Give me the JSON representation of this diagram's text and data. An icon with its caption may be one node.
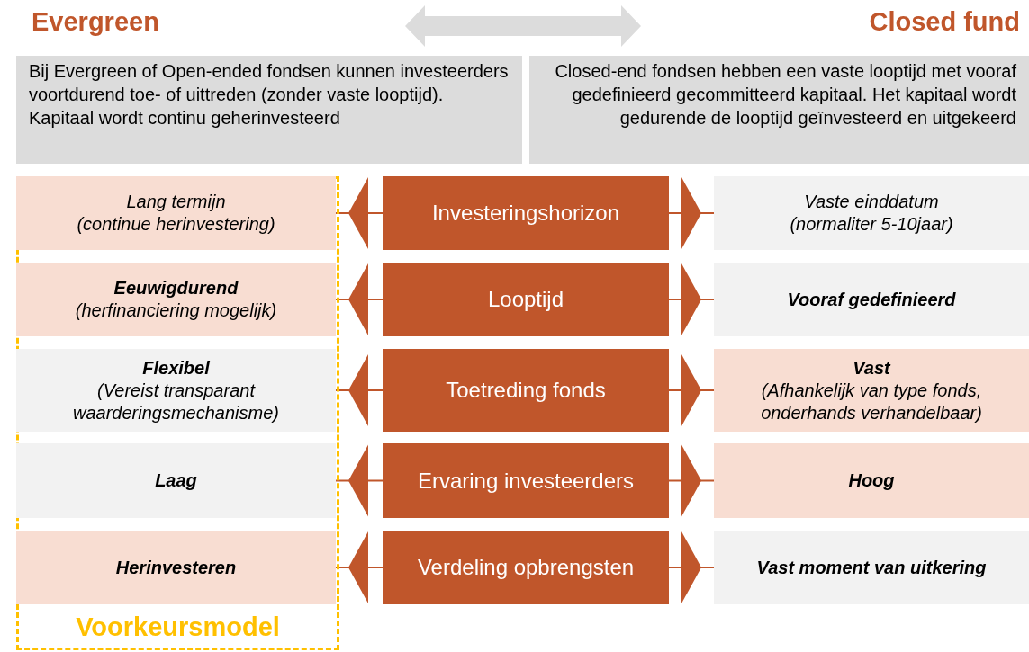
{
  "diagram": {
    "nodes": [
      {
        "text": [
          "Bij Evergreen of Open-ended fondsen kunnen investeerders voortdurend toe- of uittreden (zonder vaste looptijd). Kapitaal wordt continu geherinvesteerd"
        ]
      },
      {
        "text": [
          "Closed-end fondsen hebben een vaste looptijd met vooraf gedefinieerd gecommitteerd kapitaal. Het kapitaal wordt gedurende de looptijd geïnvesteerd en uitgekeerd"
        ]
      },
      {
        "text": [
          "Voorkeursmodel"
        ]
      },
      {
        "text": [
          "Lang termijn",
          "(continue herinvestering)"
        ],
        "in": 2
      },
      {
        "text": [
          "Investeringshorizon"
        ]
      },
      {
        "text": [
          "Vaste einddatum",
          "(normaliter 5-10jaar)"
        ]
      },
      {
        "text": [
          "Eeuwigdurend",
          "(herfinanciering mogelijk)"
        ],
        "in": 2
      },
      {
        "text": [
          "Looptijd"
        ]
      },
      {
        "text": [
          "Vooraf gedefinieerd"
        ]
      },
      {
        "text": [
          "Flexibel",
          "(Vereist transparant waarderingsmechanisme)"
        ],
        "in": 2
      },
      {
        "text": [
          "Toetreding fonds"
        ]
      },
      {
        "text": [
          "Vast",
          "(Afhankelijk van type fonds, onderhands verhandelbaar)"
        ]
      },
      {
        "text": [
          "Laag"
        ],
        "in": 2
      },
      {
        "text": [
          "Ervaring investeerders"
        ]
      },
      {
        "text": [
          "Hoog"
        ]
      },
      {
        "text": [
          "Herinvesteren"
        ],
        "in": 2
      },
      {
        "text": [
          "Verdeling opbrengsten"
        ]
      },
      {
        "text": [
          "Vast moment van uitkering"
        ]
      }
    ],
    "edges": [
      {
        "from": 4,
        "to": 3,
        "arrow": "to"
      },
      {
        "from": 4,
        "to": 5,
        "arrow": "to"
      },
      {
        "from": 7,
        "to": 6,
        "arrow": "to"
      },
      {
        "from": 7,
        "to": 8,
        "arrow": "to"
      },
      {
        "from": 10,
        "to": 9,
        "arrow": "to"
      },
      {
        "from": 10,
        "to": 11,
        "arrow": "to"
      },
      {
        "from": 13,
        "to": 12,
        "arrow": "to"
      },
      {
        "from": 13,
        "to": 14,
        "arrow": "to"
      },
      {
        "from": 16,
        "to": 15,
        "arrow": "to"
      },
      {
        "from": 16,
        "to": 17,
        "arrow": "to"
      }
    ],
    "labels": [
      "Evergreen",
      "Closed fund"
    ]
  }
}
